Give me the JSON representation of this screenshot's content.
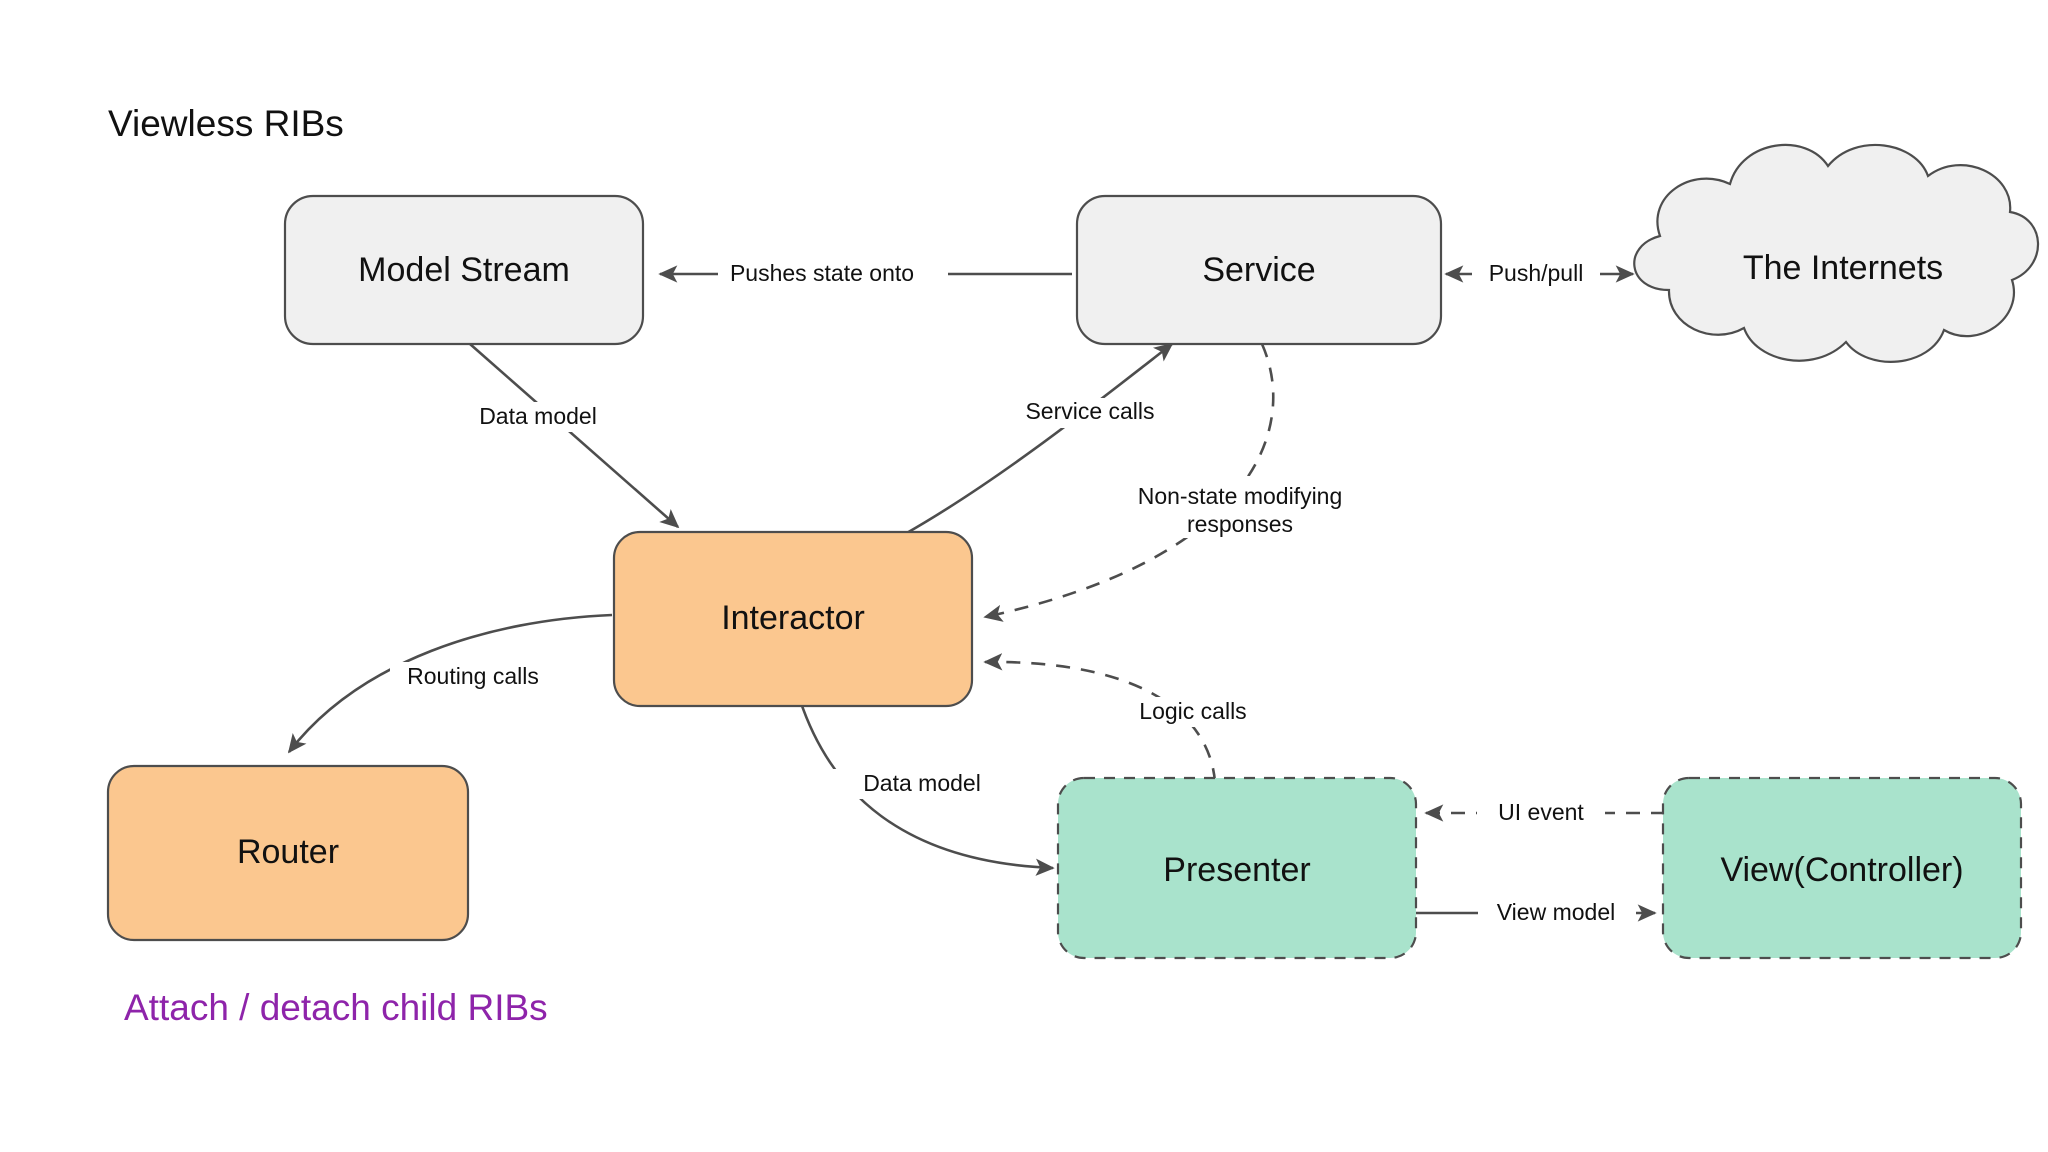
{
  "title": "Viewless RIBs",
  "caption": "Attach / detach child RIBs",
  "colors": {
    "background": "#ffffff",
    "neutral_fill": "#f0f0f0",
    "orange_fill": "#fbc78f",
    "mint_fill": "#a9e3cc",
    "stroke": "#4d4d4d",
    "text": "#111111",
    "caption_accent": "#8e24aa"
  },
  "nodes": [
    {
      "id": "model_stream",
      "label": "Model Stream",
      "shape": "rounded-rect",
      "fill": "neutral",
      "border": "solid"
    },
    {
      "id": "service",
      "label": "Service",
      "shape": "rounded-rect",
      "fill": "neutral",
      "border": "solid"
    },
    {
      "id": "internets",
      "label": "The Internets",
      "shape": "cloud",
      "fill": "neutral",
      "border": "solid"
    },
    {
      "id": "interactor",
      "label": "Interactor",
      "shape": "rounded-rect",
      "fill": "orange",
      "border": "solid"
    },
    {
      "id": "router",
      "label": "Router",
      "shape": "rounded-rect",
      "fill": "orange",
      "border": "solid"
    },
    {
      "id": "presenter",
      "label": "Presenter",
      "shape": "rounded-rect",
      "fill": "mint",
      "border": "dashed"
    },
    {
      "id": "view_controller",
      "label": "View(Controller)",
      "shape": "rounded-rect",
      "fill": "mint",
      "border": "dashed"
    }
  ],
  "edges": [
    {
      "id": "service_to_model_stream",
      "from": "service",
      "to": "model_stream",
      "label": "Pushes state onto",
      "style": "solid",
      "arrow": "end"
    },
    {
      "id": "service_to_internets",
      "from": "service",
      "to": "internets",
      "label": "Push/pull",
      "style": "solid",
      "arrow": "both"
    },
    {
      "id": "model_stream_to_interactor",
      "from": "model_stream",
      "to": "interactor",
      "label": "Data model",
      "style": "solid",
      "arrow": "end"
    },
    {
      "id": "interactor_to_service",
      "from": "interactor",
      "to": "service",
      "label": "Service calls",
      "style": "solid",
      "arrow": "end"
    },
    {
      "id": "service_to_interactor",
      "from": "service",
      "to": "interactor",
      "label": "Non-state modifying responses",
      "label_line1": "Non-state modifying",
      "label_line2": "responses",
      "style": "dashed",
      "arrow": "end"
    },
    {
      "id": "presenter_to_interactor",
      "from": "presenter",
      "to": "interactor",
      "label": "Logic calls",
      "style": "dashed",
      "arrow": "end"
    },
    {
      "id": "interactor_to_router",
      "from": "interactor",
      "to": "router",
      "label": "Routing calls",
      "style": "solid",
      "arrow": "end"
    },
    {
      "id": "interactor_to_presenter",
      "from": "interactor",
      "to": "presenter",
      "label": "Data model",
      "style": "solid",
      "arrow": "end"
    },
    {
      "id": "view_to_presenter",
      "from": "view_controller",
      "to": "presenter",
      "label": "UI event",
      "style": "dashed",
      "arrow": "end"
    },
    {
      "id": "presenter_to_view",
      "from": "presenter",
      "to": "view_controller",
      "label": "View model",
      "style": "solid",
      "arrow": "end"
    }
  ]
}
